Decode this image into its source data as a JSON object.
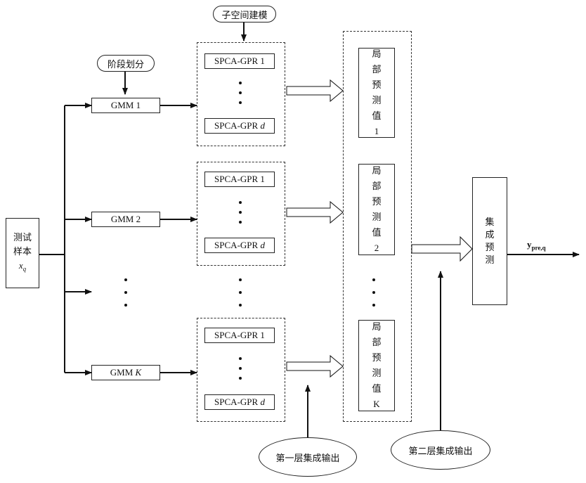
{
  "input": {
    "line1": "测试",
    "line2": "样本",
    "var": "x",
    "sub": "q"
  },
  "gmm": [
    "GMM 1",
    "GMM 2",
    "GMM"
  ],
  "gmm_last_italic": "K",
  "spca_top": "SPCA-GPR 1",
  "spca_bottom": "SPCA-GPR",
  "spca_bottom_italic": "d",
  "labels": {
    "stage_division": "阶段划分",
    "subspace_modeling": "子空间建模",
    "first_layer": "第一层集成输出",
    "second_layer": "第二层集成输出"
  },
  "local_pred": [
    {
      "chars": [
        "局",
        "部",
        "预",
        "测",
        "值",
        "1"
      ]
    },
    {
      "chars": [
        "局",
        "部",
        "预",
        "测",
        "值",
        "2"
      ]
    },
    {
      "chars": [
        "局",
        "部",
        "预",
        "测",
        "值",
        "K"
      ]
    }
  ],
  "ensemble": {
    "chars": [
      "集",
      "成",
      "预",
      "测"
    ]
  },
  "output": {
    "main": "y",
    "sub": "pre,q"
  }
}
